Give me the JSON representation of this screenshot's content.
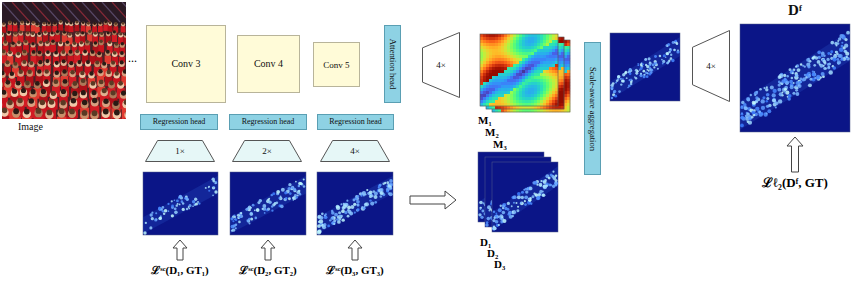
{
  "diagram": {
    "nodes": [
      {
        "text": [
          "Image"
        ]
      },
      {
        "text": [
          "Conv 3"
        ]
      },
      {
        "text": [
          "Conv 4"
        ]
      },
      {
        "text": [
          "Conv 5"
        ]
      },
      {
        "text": [
          "Attention head"
        ]
      },
      {
        "text": [
          "4×"
        ]
      },
      {
        "text": [
          "Scale-aware aggregation"
        ]
      },
      {
        "text": [
          "4×"
        ]
      },
      {
        "text": [
          "Dᶠ"
        ]
      },
      {
        "text": [
          "Regression head"
        ]
      },
      {
        "text": [
          "Regression head"
        ]
      },
      {
        "text": [
          "Regression head"
        ]
      },
      {
        "text": [
          "1×"
        ]
      },
      {
        "text": [
          "2×"
        ]
      },
      {
        "text": [
          "4×"
        ]
      }
    ],
    "labels": [
      "...",
      "M₁",
      "M₂",
      "M₃",
      "D₁",
      "D₂",
      "D₃",
      "ℒˢᶜ(D₁, GT₁)",
      "ℒˢᶜ(D₂, GT₂)",
      "ℒˢᶜ(D₃, GT₃)",
      "ℒℓ₂(Dᶠ, GT)"
    ]
  }
}
